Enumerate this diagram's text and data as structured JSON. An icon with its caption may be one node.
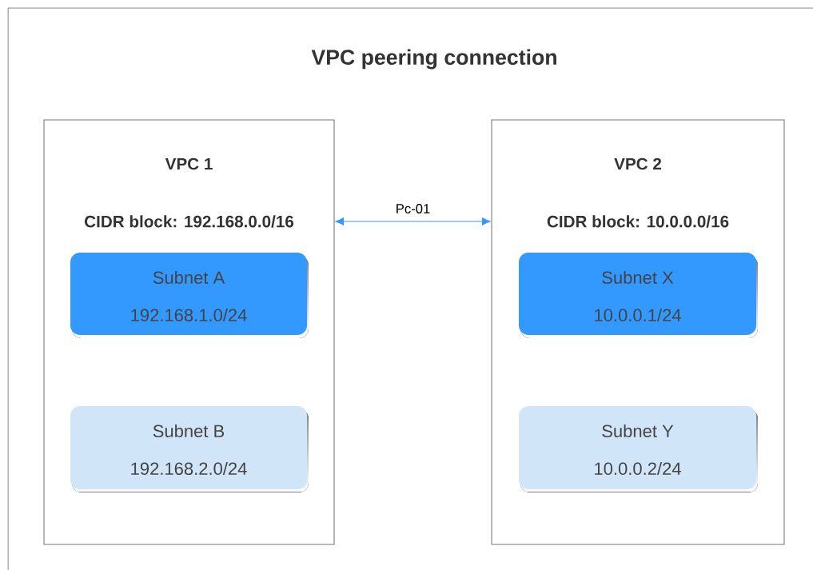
{
  "diagram": {
    "nodes": [
      {
        "text": [
          "VPC peering connection"
        ]
      },
      {
        "text": [
          "VPC 1",
          "CIDR block: 192.168.0.0/16"
        ],
        "in": 0
      },
      {
        "text": [
          "Subnet A",
          "192.168.1.0/24"
        ],
        "in": 1
      },
      {
        "text": [
          "Subnet B",
          "192.168.2.0/24"
        ],
        "in": 1
      },
      {
        "text": [
          "VPC 2",
          "CIDR block: 10.0.0.0/16"
        ],
        "in": 0
      },
      {
        "text": [
          "Subnet X",
          "10.0.0.1/24"
        ],
        "in": 4
      },
      {
        "text": [
          "Subnet Y",
          "10.0.0.2/24"
        ],
        "in": 4
      }
    ],
    "edges": [
      {
        "from": 1,
        "to": 4,
        "arrow": "both",
        "label": "Pc-01",
        "color": "#3399ff"
      }
    ]
  }
}
